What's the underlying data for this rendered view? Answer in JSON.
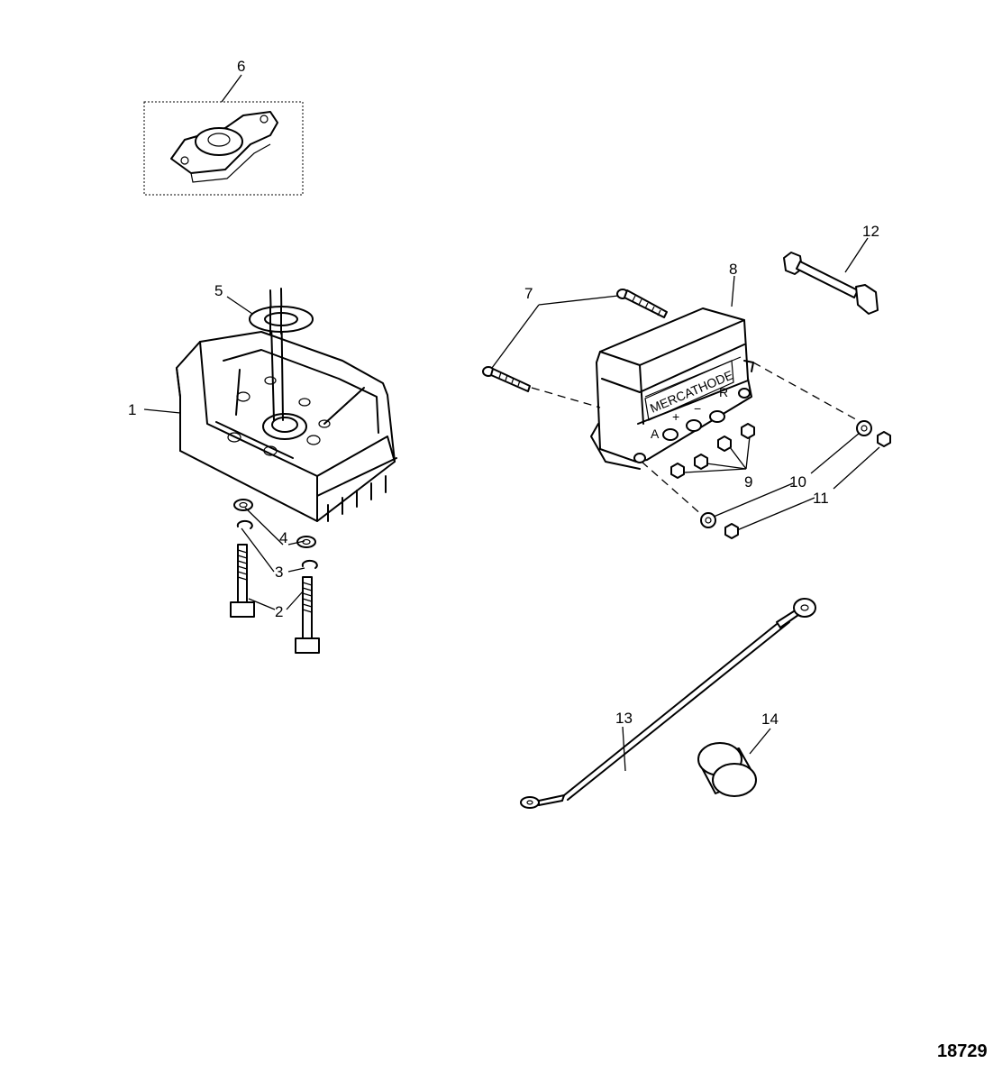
{
  "callouts": {
    "c1": "1",
    "c2": "2",
    "c3": "3",
    "c4": "4",
    "c5": "5",
    "c6": "6",
    "c7": "7",
    "c8": "8",
    "c9": "9",
    "c10": "10",
    "c11": "11",
    "c12": "12",
    "c13": "13",
    "c14": "14"
  },
  "anode_labels": {
    "brand": "MERCATHODE",
    "a": "A",
    "plus": "+",
    "minus": "−",
    "r": "R"
  },
  "figure_number": "18729"
}
